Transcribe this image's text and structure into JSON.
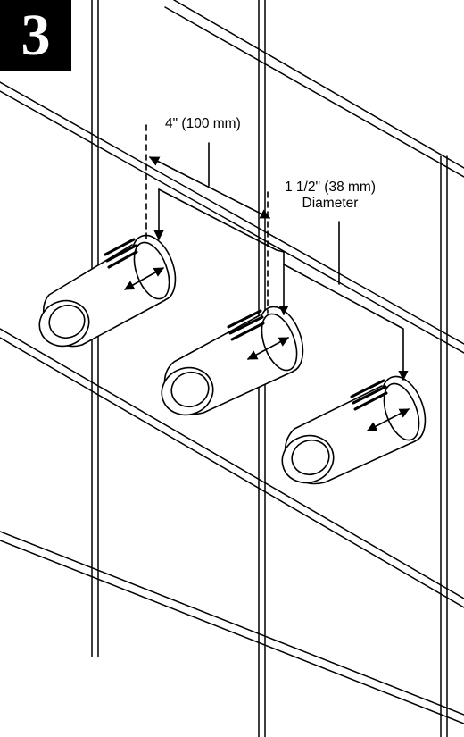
{
  "step": {
    "number": "3"
  },
  "dimensions": {
    "spacing": "4\" (100 mm)",
    "diameter_value": "1 1/2\" (38 mm)",
    "diameter_word": "Diameter"
  },
  "parts": [
    "valve-cartridge-left",
    "valve-cartridge-center",
    "valve-cartridge-right"
  ],
  "colors": {
    "line": "#000000",
    "background": "#ffffff",
    "badge": "#000000"
  }
}
